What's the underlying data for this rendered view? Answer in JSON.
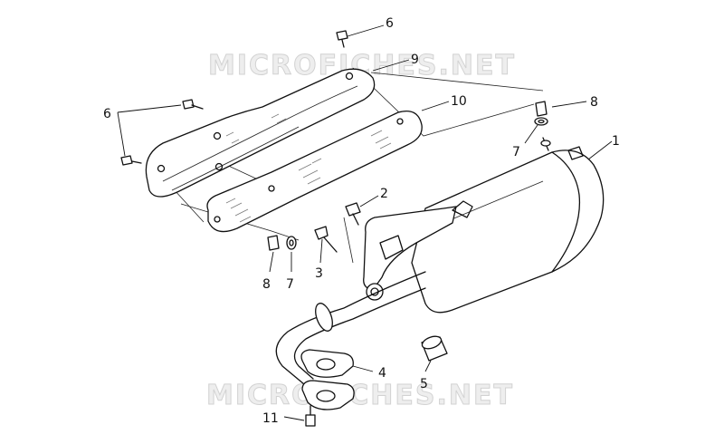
{
  "watermark": {
    "top": "MICROFICHES.NET",
    "bottom": "MICROFICHES.NET"
  },
  "callouts": {
    "c1": "1",
    "c2": "2",
    "c3": "3",
    "c4": "4",
    "c5": "5",
    "c6_top": "6",
    "c6_left": "6",
    "c7_right": "7",
    "c7_left": "7",
    "c8_right": "8",
    "c8_left": "8",
    "c9": "9",
    "c10": "10",
    "c11": "11"
  }
}
